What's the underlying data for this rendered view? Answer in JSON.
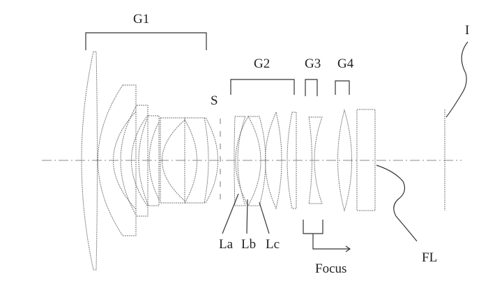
{
  "labels": {
    "g1": "G1",
    "g2": "G2",
    "g3": "G3",
    "g4": "G4",
    "stop": "S",
    "image_plane": "I",
    "la": "La",
    "lb": "Lb",
    "lc": "Lc",
    "filter": "FL",
    "focus": "Focus"
  }
}
